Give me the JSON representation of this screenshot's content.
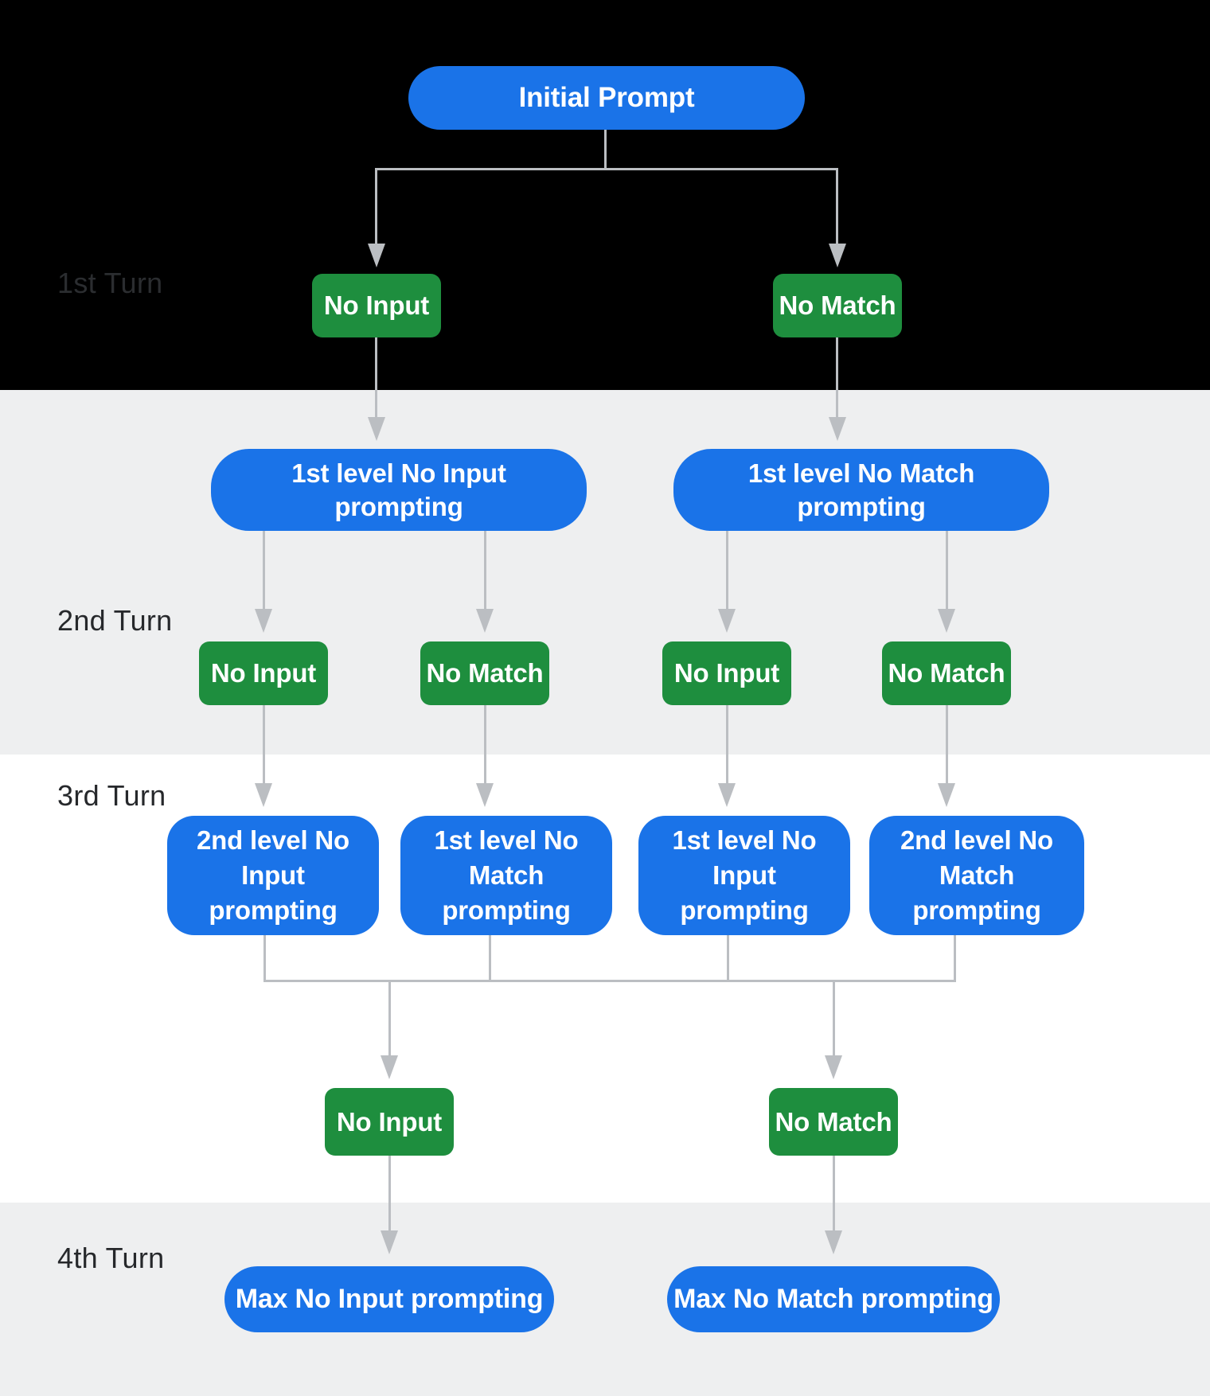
{
  "diagram": {
    "initial": "Initial Prompt",
    "turns": [
      "1st Turn",
      "2nd Turn",
      "3rd Turn",
      "4th Turn"
    ],
    "row1_events": [
      "No Input",
      "No Match"
    ],
    "level1_prompts": [
      "1st level No Input prompting",
      "1st level No Match prompting"
    ],
    "row2_events": [
      "No Input",
      "No Match",
      "No Input",
      "No Match"
    ],
    "level2_prompts": [
      "2nd level No Input prompting",
      "1st level No Match prompting",
      "1st level No Input prompting",
      "2nd level No Match prompting"
    ],
    "row3_events": [
      "No Input",
      "No Match"
    ],
    "max_prompts": [
      "Max No Input prompting",
      "Max No Match prompting"
    ]
  },
  "colors": {
    "prompt_blue": "#1a73e8",
    "event_green": "#1e8e3e",
    "connector_gray": "#bbbec2",
    "band_dark": "#000000",
    "band_gray": "#eeeff0",
    "band_white": "#ffffff",
    "turn_label_dark": "#26282b",
    "turn_label_on_black": "#2b2d30",
    "node_text": "#ffffff"
  }
}
